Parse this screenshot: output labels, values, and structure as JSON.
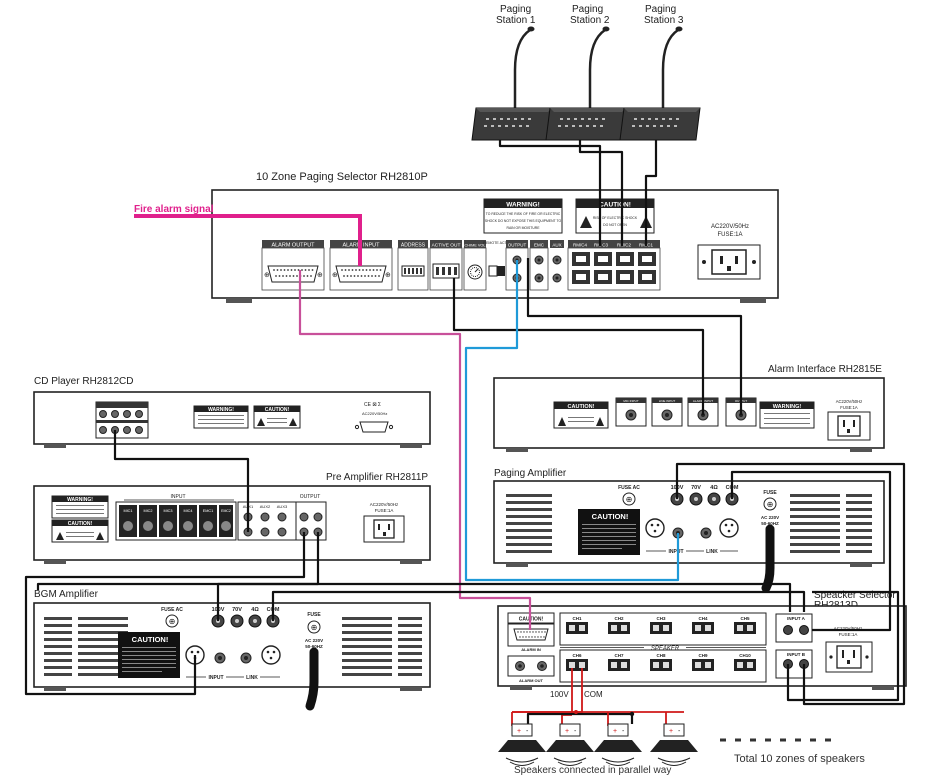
{
  "paging_stations": [
    {
      "line1": "Paging",
      "line2": "Station 1"
    },
    {
      "line1": "Paging",
      "line2": "Station 2"
    },
    {
      "line1": "Paging",
      "line2": "Station 3"
    }
  ],
  "selector": {
    "title": "10 Zone Paging Selector RH2810P",
    "sections": [
      "ALARM OUTPUT",
      "ALARM INPUT",
      "ADDRESS",
      "ACTIVE OUT",
      "CHIME VOL",
      "REMOTE ACTIVE",
      "OUTPUT",
      "EMC",
      "AUX",
      "RM/C4",
      "RM C3",
      "RM/C2",
      "RM/C1"
    ],
    "warning": "WARNING!",
    "warning_text": [
      "TO REDUCE THE RISK OF FIRE OR ELECTRIC",
      "SHOCK DO NOT EXPOSE THIS EQUIPMENT TO",
      "RAIN OR MOISTURE"
    ],
    "caution": "CAUTION!",
    "caution_text": [
      "RISK OF ELECTRIC SHOCK",
      "DO NOT OPEN"
    ],
    "power": [
      "AC220V/50Hz",
      "FUSE:1A"
    ]
  },
  "fire_alarm_label": "Fire alarm signal",
  "cd_player": {
    "title": "CD Player RH2812CD",
    "warning": "WARNING!",
    "caution": "CAUTION!",
    "power": "AC220V/50Hz",
    "ce": "CE ⊠ Σ"
  },
  "pre_amp": {
    "title": "Pre Amplifier RH2811P",
    "warning": "WARNING!",
    "caution": "CAUTION!",
    "input_label": "INPUT",
    "output_label": "OUTPUT",
    "mics": [
      "MIC1",
      "MIC2",
      "MIC3",
      "MIC4",
      "EMC1",
      "EMC2"
    ],
    "aux": [
      "AUX1",
      "AUX2",
      "AUX3"
    ],
    "power": [
      "AC220V/50Hz",
      "FUSE:1A"
    ]
  },
  "alarm_interface": {
    "title": "Alarm Interface RH2815E",
    "caution": "CAUTION!",
    "warning": "WARNING!",
    "jacks": [
      "MIC INPUT",
      "LINE INPUT",
      "ALARM INPUT",
      "OUTPUT"
    ],
    "power": [
      "AC220V/50Hz",
      "FUSE:1A"
    ]
  },
  "paging_amp": {
    "title": "Paging Amplifier",
    "fuse_ac": "FUSE AC",
    "caution": "CAUTION!",
    "taps": [
      "100V",
      "70V",
      "4Ω",
      "COM"
    ],
    "input_label": "INPUT",
    "link_label": "LINK",
    "fuse": "FUSE",
    "power": [
      "AC 220V",
      "50-60HZ"
    ]
  },
  "bgm_amp": {
    "title": "BGM Amplifier",
    "fuse_ac": "FUSE AC",
    "caution": "CAUTION!",
    "taps": [
      "100V",
      "70V",
      "4Ω",
      "COM"
    ],
    "input_label": "INPUT",
    "link_label": "LINK",
    "fuse": "FUSE",
    "power": [
      "AC 220V",
      "50-60HZ"
    ]
  },
  "speaker_selector": {
    "title_line1": "Speacker Selector",
    "title_line2": "RH2813D",
    "caution": "CAUTION!",
    "alarm_in": "ALARM IN",
    "alarm_out": "ALARM OUT",
    "speaker_label": "SPEAKER",
    "channels": [
      "CH1",
      "CH2",
      "CH3",
      "CH4",
      "CH5",
      "CH6",
      "CH7",
      "CH8",
      "CH9",
      "CH10"
    ],
    "input_a": "INPUT A",
    "input_b": "INPUT B",
    "power": [
      "AC220V/50Hz",
      "FUSE:1A"
    ]
  },
  "speaker_labels": {
    "v100": "100V",
    "com": "COM",
    "parallel": "Speakers connected in parallel way",
    "total": "Total 10 zones of speakers"
  }
}
